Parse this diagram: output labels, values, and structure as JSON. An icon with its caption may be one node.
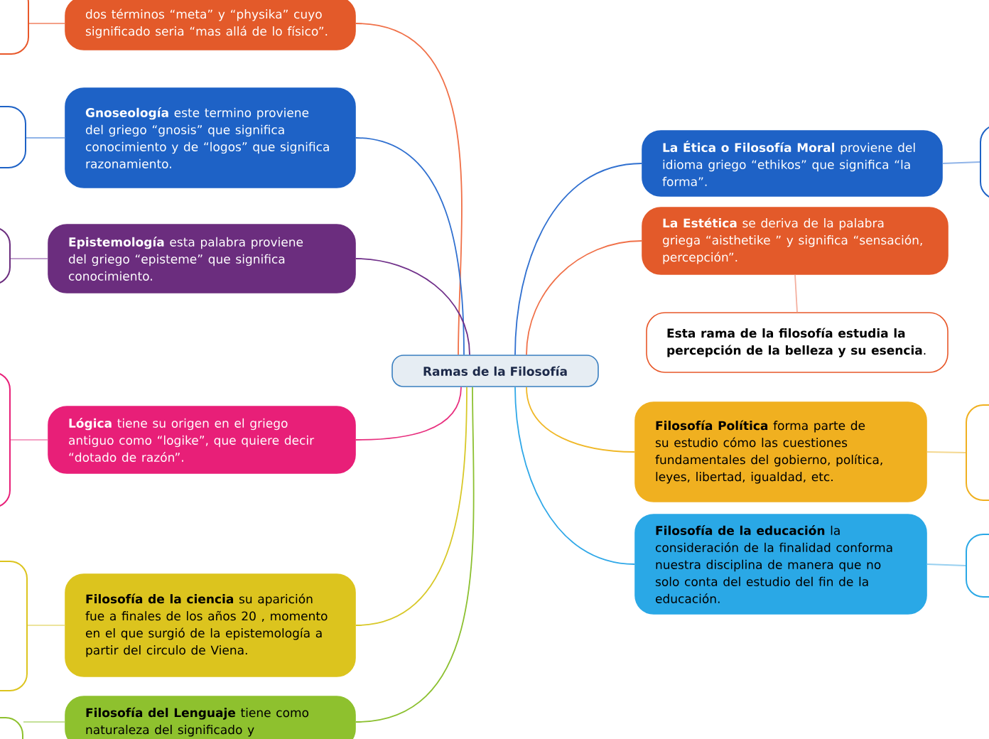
{
  "diagram": {
    "nodes": [
      {
        "text": [
          "Ramas de la Filosofía"
        ]
      },
      {
        "text": [
          "dos términos “meta” y “physika” cuyo significado seria “mas allá de lo físico”."
        ]
      },
      {
        "text": [
          "**Gnoseología** este termino proviene del griego “gnosis” que significa conocimiento y de “logos” que significa razonamiento."
        ]
      },
      {
        "text": [
          "**Epistemología** esta palabra proviene del griego “episteme” que significa conocimiento."
        ]
      },
      {
        "text": [
          "**Lógica** tiene su origen en el griego antiguo como “logike”, que quiere decir “dotado de razón”."
        ]
      },
      {
        "text": [
          "**Filosofía de la ciencia** su aparición fue a finales de los años 20 , momento en el que surgió de la epistemología a partir del circulo de Viena."
        ]
      },
      {
        "text": [
          "**Filosofía del Lenguaje** tiene como naturaleza del significado y"
        ]
      },
      {
        "text": [
          "**La Ética o Filosofía Moral** proviene del idioma griego “ethikos” que significa “la forma”."
        ]
      },
      {
        "text": [
          "**La Estética** se deriva de la palabra griega “aisthetike ” y significa “sensación, percepción”."
        ]
      },
      {
        "text": [
          "**Esta rama de la filosofía estudia la percepción de la belleza y su esencia**."
        ]
      },
      {
        "text": [
          "**Filosofía Política** forma parte de su estudio cómo las cuestiones fundamentales del gobierno, política, leyes, libertad, igualdad, etc."
        ]
      },
      {
        "text": [
          "**Filosofía de la educación** la consideración de la finalidad conforma nuestra disciplina de manera que no solo conta del estudio del fin de la educación."
        ]
      },
      {
        "text": [],
        "shape": "box"
      },
      {
        "text": [],
        "shape": "box"
      },
      {
        "text": [],
        "shape": "box"
      },
      {
        "text": [],
        "shape": "box"
      },
      {
        "text": [],
        "shape": "box"
      },
      {
        "text": [],
        "shape": "box"
      },
      {
        "text": [],
        "shape": "box"
      },
      {
        "text": [],
        "shape": "box"
      },
      {
        "text": [],
        "shape": "box"
      }
    ],
    "edges": [
      {
        "from": 0,
        "to": 1,
        "arrow": "none",
        "color": "#f07048"
      },
      {
        "from": 0,
        "to": 2,
        "arrow": "none",
        "color": "#3070d0"
      },
      {
        "from": 0,
        "to": 3,
        "arrow": "none",
        "color": "#70308a"
      },
      {
        "from": 0,
        "to": 4,
        "arrow": "none",
        "color": "#e8307f"
      },
      {
        "from": 0,
        "to": 5,
        "arrow": "none",
        "color": "#d8c828"
      },
      {
        "from": 0,
        "to": 6,
        "arrow": "none",
        "color": "#8cc030"
      },
      {
        "from": 0,
        "to": 7,
        "arrow": "none",
        "color": "#3070d0"
      },
      {
        "from": 0,
        "to": 8,
        "arrow": "none",
        "color": "#f07048"
      },
      {
        "from": 0,
        "to": 10,
        "arrow": "none",
        "color": "#f0b828"
      },
      {
        "from": 0,
        "to": 11,
        "arrow": "none",
        "color": "#30a8e8"
      },
      {
        "from": 8,
        "to": 9,
        "arrow": "none",
        "color": "#f4b0a0"
      },
      {
        "from": 1,
        "to": 12,
        "arrow": "none",
        "color": "#f4a088"
      },
      {
        "from": 2,
        "to": 13,
        "arrow": "none",
        "color": "#90b4e8"
      },
      {
        "from": 3,
        "to": 14,
        "arrow": "none",
        "color": "#c0a0cc"
      },
      {
        "from": 4,
        "to": 15,
        "arrow": "none",
        "color": "#f4a0c4"
      },
      {
        "from": 5,
        "to": 16,
        "arrow": "none",
        "color": "#ece49c"
      },
      {
        "from": 6,
        "to": 17,
        "arrow": "none",
        "color": "#c4e098"
      },
      {
        "from": 7,
        "to": 18,
        "arrow": "none",
        "color": "#90b4e8"
      },
      {
        "from": 10,
        "to": 19,
        "arrow": "none",
        "color": "#f4d890"
      },
      {
        "from": 11,
        "to": 20,
        "arrow": "none",
        "color": "#98d0f0"
      }
    ]
  }
}
